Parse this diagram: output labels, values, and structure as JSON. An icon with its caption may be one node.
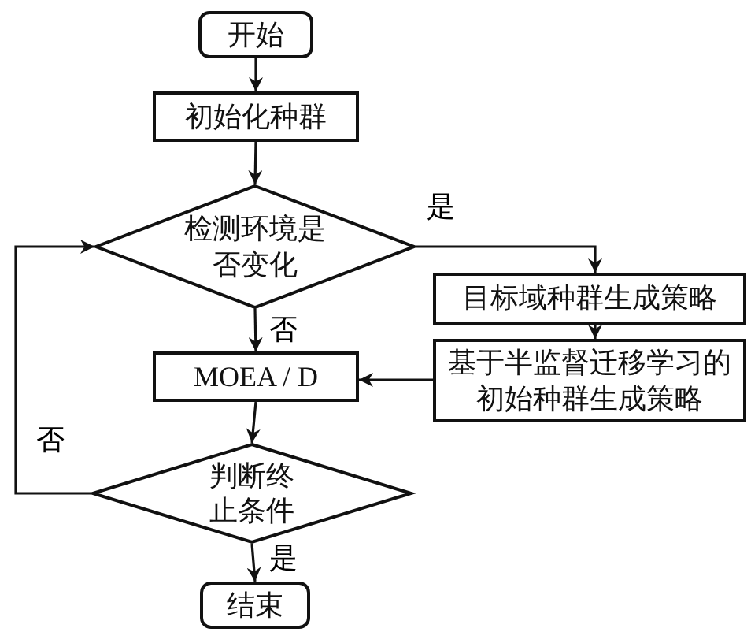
{
  "diagram": {
    "nodes": [
      {
        "text": [
          "开始"
        ]
      },
      {
        "text": [
          "初始化种群"
        ]
      },
      {
        "text": [
          "检测环境是否变化"
        ]
      },
      {
        "text": [
          "目标域种群生成策略"
        ]
      },
      {
        "text": [
          "基于半监督迁移学习的初始种群生成策略"
        ]
      },
      {
        "text": [
          "MOEA / D"
        ]
      },
      {
        "text": [
          "判断终止条件"
        ]
      },
      {
        "text": [
          "结束"
        ]
      }
    ],
    "edges": [
      {
        "from": 0,
        "to": 1,
        "arrow": "to"
      },
      {
        "from": 1,
        "to": 2,
        "arrow": "to"
      },
      {
        "from": 2,
        "to": 3,
        "arrow": "to",
        "label": "是"
      },
      {
        "from": 3,
        "to": 4,
        "arrow": "to"
      },
      {
        "from": 4,
        "to": 5,
        "arrow": "to"
      },
      {
        "from": 2,
        "to": 5,
        "arrow": "to",
        "label": "否"
      },
      {
        "from": 5,
        "to": 6,
        "arrow": "to"
      },
      {
        "from": 6,
        "to": 2,
        "arrow": "to",
        "label": "否"
      },
      {
        "from": 6,
        "to": 7,
        "arrow": "to",
        "label": "是"
      }
    ]
  }
}
